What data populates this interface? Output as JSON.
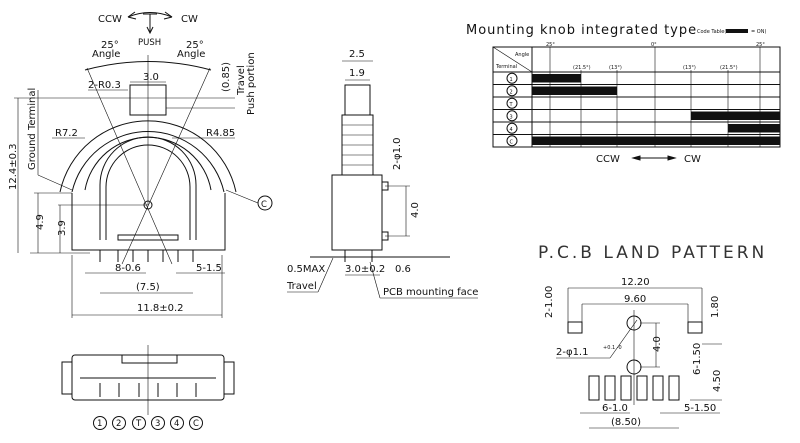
{
  "front_view": {
    "ccw": "CCW",
    "cw": "CW",
    "push": "PUSH",
    "angle_left_value": "25°",
    "angle_left_label": "Angle",
    "angle_right_value": "25°",
    "angle_right_label": "Angle",
    "dim_3_0": "3.0",
    "dim_r03": "2-R0.3",
    "dim_085": "(0.85)",
    "travel": "Travel",
    "push_portion": "Push portion",
    "ground_terminal": "Ground Terminal",
    "dim_12_4": "12.4±0.3",
    "r72": "R7.2",
    "r485": "R4.85",
    "terminal_c": "C",
    "dim_4_9": "4.9",
    "dim_3_9": "3.9",
    "dim_8_06": "8-0.6",
    "dim_5_15": "5-1.5",
    "dim_7_5": "(7.5)",
    "dim_11_8": "11.8±0.2"
  },
  "bottom_view": {
    "terminals": [
      "1",
      "2",
      "T",
      "3",
      "4",
      "C"
    ]
  },
  "side_view": {
    "dim_2_5": "2.5",
    "dim_1_9": "1.9",
    "dim_phi": "2-φ1.0",
    "dim_4_0": "4.0",
    "dim_05max": "0.5MAX",
    "dim_3_0": "3.0±0.2",
    "dim_0_6": "0.6",
    "travel": "Travel",
    "pcb_face": "PCB mounting face"
  },
  "code_table": {
    "title": "Mounting knob integrated type",
    "legend": "Code Table(",
    "legend_suffix": "= ON)",
    "header_angle": "Angle",
    "header_terminal": "Terminal",
    "major_angles": [
      {
        "label": "25°",
        "deg": -25
      },
      {
        "label": "0°",
        "deg": 0
      },
      {
        "label": "25°",
        "deg": 25
      }
    ],
    "minor_angles": [
      {
        "label": "(21.5°)",
        "deg": -21.5
      },
      {
        "label": "(13°)",
        "deg": -13
      },
      {
        "label": "(13°)",
        "deg": 13
      },
      {
        "label": "(21.5°)",
        "deg": 21.5
      }
    ],
    "rows": [
      {
        "terminal": "1",
        "on": [
          [
            -25,
            -21.5
          ]
        ]
      },
      {
        "terminal": "2",
        "on": [
          [
            -25,
            -13
          ]
        ]
      },
      {
        "terminal": "T",
        "on": []
      },
      {
        "terminal": "3",
        "on": [
          [
            13,
            25
          ]
        ]
      },
      {
        "terminal": "4",
        "on": [
          [
            21.5,
            25
          ]
        ]
      },
      {
        "terminal": "C",
        "on": [
          [
            -25,
            25
          ]
        ]
      }
    ],
    "ccw": "CCW",
    "cw": "CW"
  },
  "land_pattern": {
    "title": "P.C.B LAND PATTERN",
    "dim_12_20": "12.20",
    "dim_9_60": "9.60",
    "dim_2_100": "2-1.00",
    "dim_1_80": "1.80",
    "dim_4_0": "4.0",
    "dim_6_150": "6-1.50",
    "dim_4_50": "4.50",
    "dim_phi": "2-φ1.1",
    "dim_tol": "+0.1 -0",
    "dim_6_10": "6-1.0",
    "dim_5_150": "5-1.50",
    "dim_8_50": "(8.50)"
  }
}
